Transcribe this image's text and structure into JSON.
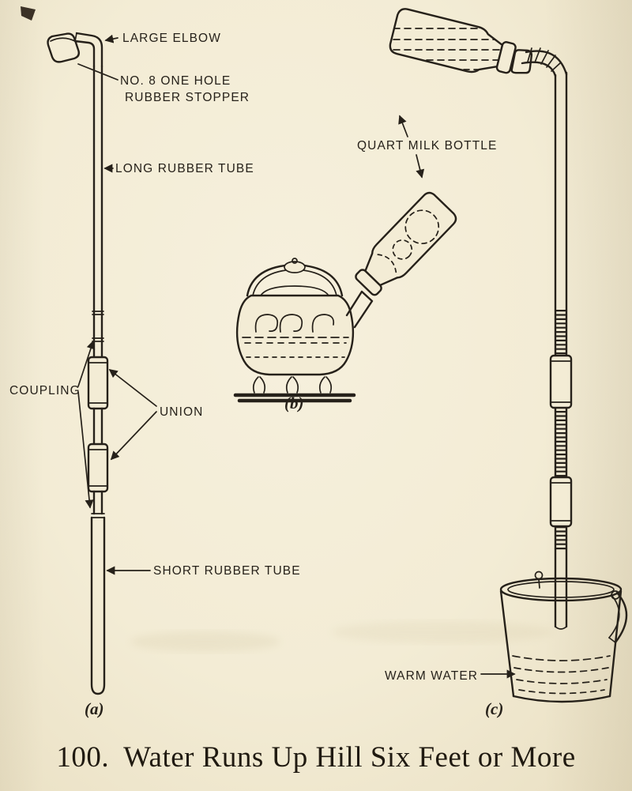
{
  "caption": {
    "number": "100.",
    "title": "Water Runs Up Hill Six Feet or More"
  },
  "figure_a": {
    "tag": "(a)",
    "labels": {
      "large_elbow": "LARGE ELBOW",
      "stopper_line1": "NO. 8 ONE HOLE",
      "stopper_line2": "RUBBER STOPPER",
      "long_rubber_tube": "LONG RUBBER TUBE",
      "coupling": "COUPLING",
      "union": "UNION",
      "short_rubber_tube": "SHORT RUBBER TUBE"
    }
  },
  "figure_b": {
    "tag": "(b)",
    "labels": {
      "quart_milk_bottle": "QUART MILK BOTTLE"
    }
  },
  "figure_c": {
    "tag": "(c)",
    "labels": {
      "warm_water": "WARM WATER"
    }
  },
  "colors": {
    "paper": "#f3ecd5",
    "paper_edge": "#e9dfc2",
    "ink": "#26211a"
  }
}
